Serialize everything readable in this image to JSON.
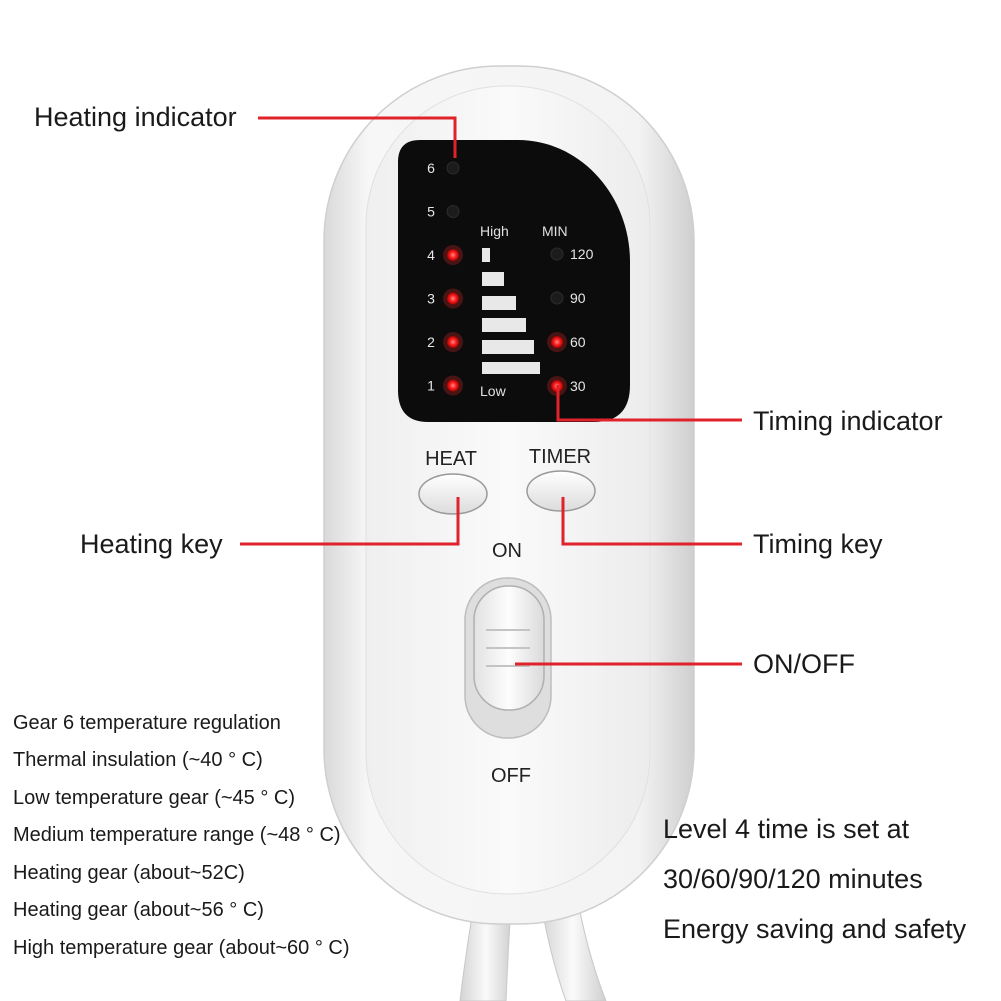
{
  "callouts": {
    "heating_indicator": "Heating indicator",
    "timing_indicator": "Timing indicator",
    "heating_key": "Heating key",
    "timing_key": "Timing key",
    "on_off": "ON/OFF"
  },
  "device": {
    "heat_levels": [
      {
        "label": "6",
        "lit": false
      },
      {
        "label": "5",
        "lit": false
      },
      {
        "label": "4",
        "lit": true
      },
      {
        "label": "3",
        "lit": true
      },
      {
        "label": "2",
        "lit": true
      },
      {
        "label": "1",
        "lit": true
      }
    ],
    "scale_high": "High",
    "scale_low": "Low",
    "timer_header": "MIN",
    "timer_levels": [
      {
        "label": "120",
        "lit": false
      },
      {
        "label": "90",
        "lit": false
      },
      {
        "label": "60",
        "lit": true
      },
      {
        "label": "30",
        "lit": true
      }
    ],
    "heat_button": "HEAT",
    "timer_button": "TIMER",
    "switch_on": "ON",
    "switch_off": "OFF"
  },
  "specs": [
    "Gear 6 temperature regulation",
    "Thermal insulation (~40 ° C)",
    "Low temperature gear (~45 ° C)",
    "Medium temperature range (~48 ° C)",
    "Heating gear (about~52C)",
    "Heating gear (about~56 ° C)",
    "High temperature gear (about~60 ° C)"
  ],
  "notes": [
    "Level 4 time is set at",
    "30/60/90/120 minutes",
    "Energy saving and safety"
  ],
  "colors": {
    "accent_red": "#e0232a",
    "led_on": "#ff2626",
    "led_off": "#1a1a1a",
    "panel": "#0c0c0c",
    "body": "#f4f4f4"
  }
}
